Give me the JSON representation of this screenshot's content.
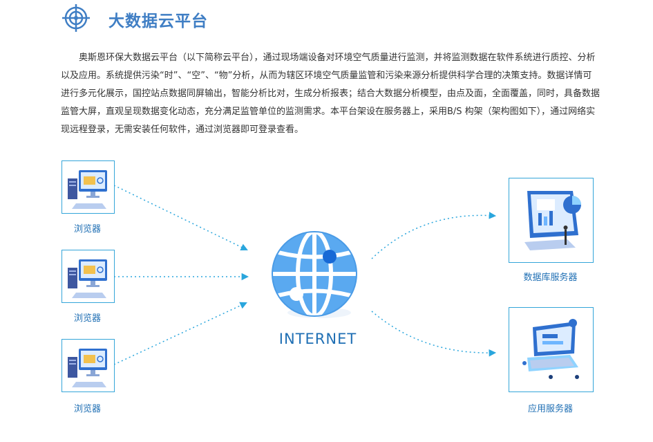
{
  "header": {
    "title": "大数据云平台",
    "icon": "crosshair-target-icon",
    "accent_color": "#3f7ec4"
  },
  "intro": {
    "text": "奥斯恩环保大数据云平台（以下简称云平台），通过现场端设备对环境空气质量进行监测，并将监测数据在软件系统进行质控、分析以及应用。系统提供污染“时”、“空”、“物”分析，从而为辖区环境空气质量监管和污染来源分析提供科学合理的决策支持。数据详情可进行多元化展示，国控站点数据同屏输出，智能分析比对，生成分析报表；结合大数据分析模型，由点及面，全面覆盖，同时，具备数据监管大屏，直观呈现数据变化动态，充分满足监管单位的监测需求。本平台架设在服务器上，采用B/S 构架（架构图如下），通过网络实现远程登录，无需安装任何软件，通过浏览器即可登录查看。"
  },
  "diagram": {
    "browsers": [
      {
        "label": "浏览器",
        "icon": "desktop-computer-icon"
      },
      {
        "label": "浏览器",
        "icon": "desktop-computer-icon"
      },
      {
        "label": "浏览器",
        "icon": "desktop-computer-icon"
      }
    ],
    "center": {
      "label": "INTERNET",
      "icon": "globe-icon"
    },
    "servers": [
      {
        "label": "数据库服务器",
        "icon": "database-dashboard-icon"
      },
      {
        "label": "应用服务器",
        "icon": "application-server-icon"
      }
    ],
    "colors": {
      "line": "#2aa6dd",
      "box_border": "#33a5d9",
      "globe": "#5aa9f0",
      "label": "#1f6fb4"
    }
  }
}
